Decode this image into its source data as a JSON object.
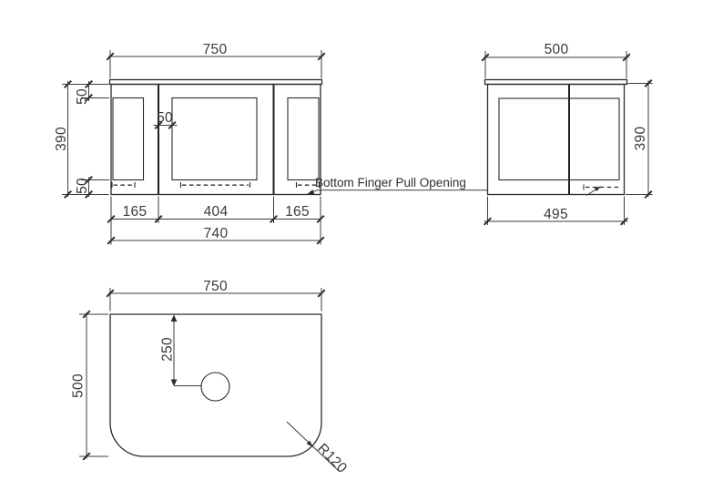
{
  "annotation": {
    "finger_pull_label": "Bottom Finger Pull Opening"
  },
  "front_view": {
    "overall_width": "750",
    "overall_height": "390",
    "top_rail": "50",
    "bottom_rail": "50",
    "door_stile": "50",
    "left_door_width": "165",
    "center_door_width": "404",
    "right_door_width": "165",
    "carcass_width": "740"
  },
  "side_view": {
    "overall_depth": "500",
    "overall_height": "390",
    "carcass_depth": "495"
  },
  "plan_view": {
    "overall_width": "750",
    "overall_depth": "500",
    "tap_hole_setback": "250",
    "corner_radius_label": "R120"
  },
  "colors": {
    "object_line": "#2b2b2b",
    "dimension_line": "#3d3d3d",
    "text": "#3a3a3a",
    "background": "#ffffff"
  }
}
